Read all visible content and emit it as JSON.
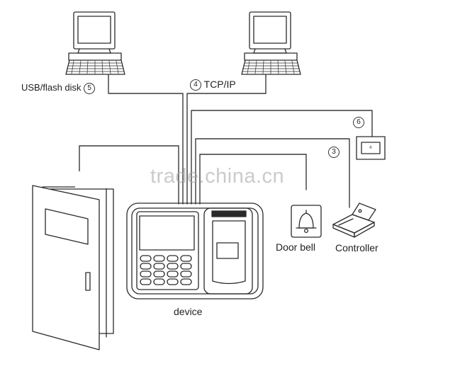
{
  "labels": {
    "usb": "USB/flash disk",
    "usb_num": "5",
    "tcp": "TCP/IP",
    "tcp_num": "4",
    "bell_num": "6",
    "controller_num": "3",
    "door_bell": "Door bell",
    "controller": "Controller",
    "device": "device"
  },
  "watermark": "trade.china.cn",
  "colors": {
    "line": "#3a3a3a",
    "stroke": "#2a2a2a"
  }
}
